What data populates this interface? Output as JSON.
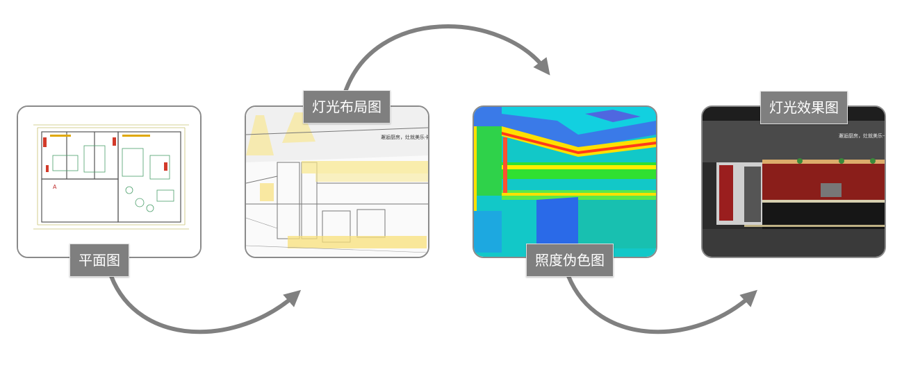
{
  "steps": [
    {
      "label": "平面图"
    },
    {
      "label": "灯光布局图",
      "sign_text": "邂逅厨房，灶就美乐卡"
    },
    {
      "label": "照度伪色图"
    },
    {
      "label": "灯光效果图",
      "sign_text": "邂逅厨房，灶就美乐卡"
    }
  ],
  "colors": {
    "arrow": "#808080",
    "label_bg": "#7f7f7f",
    "card_border": "#8a8a8a"
  }
}
